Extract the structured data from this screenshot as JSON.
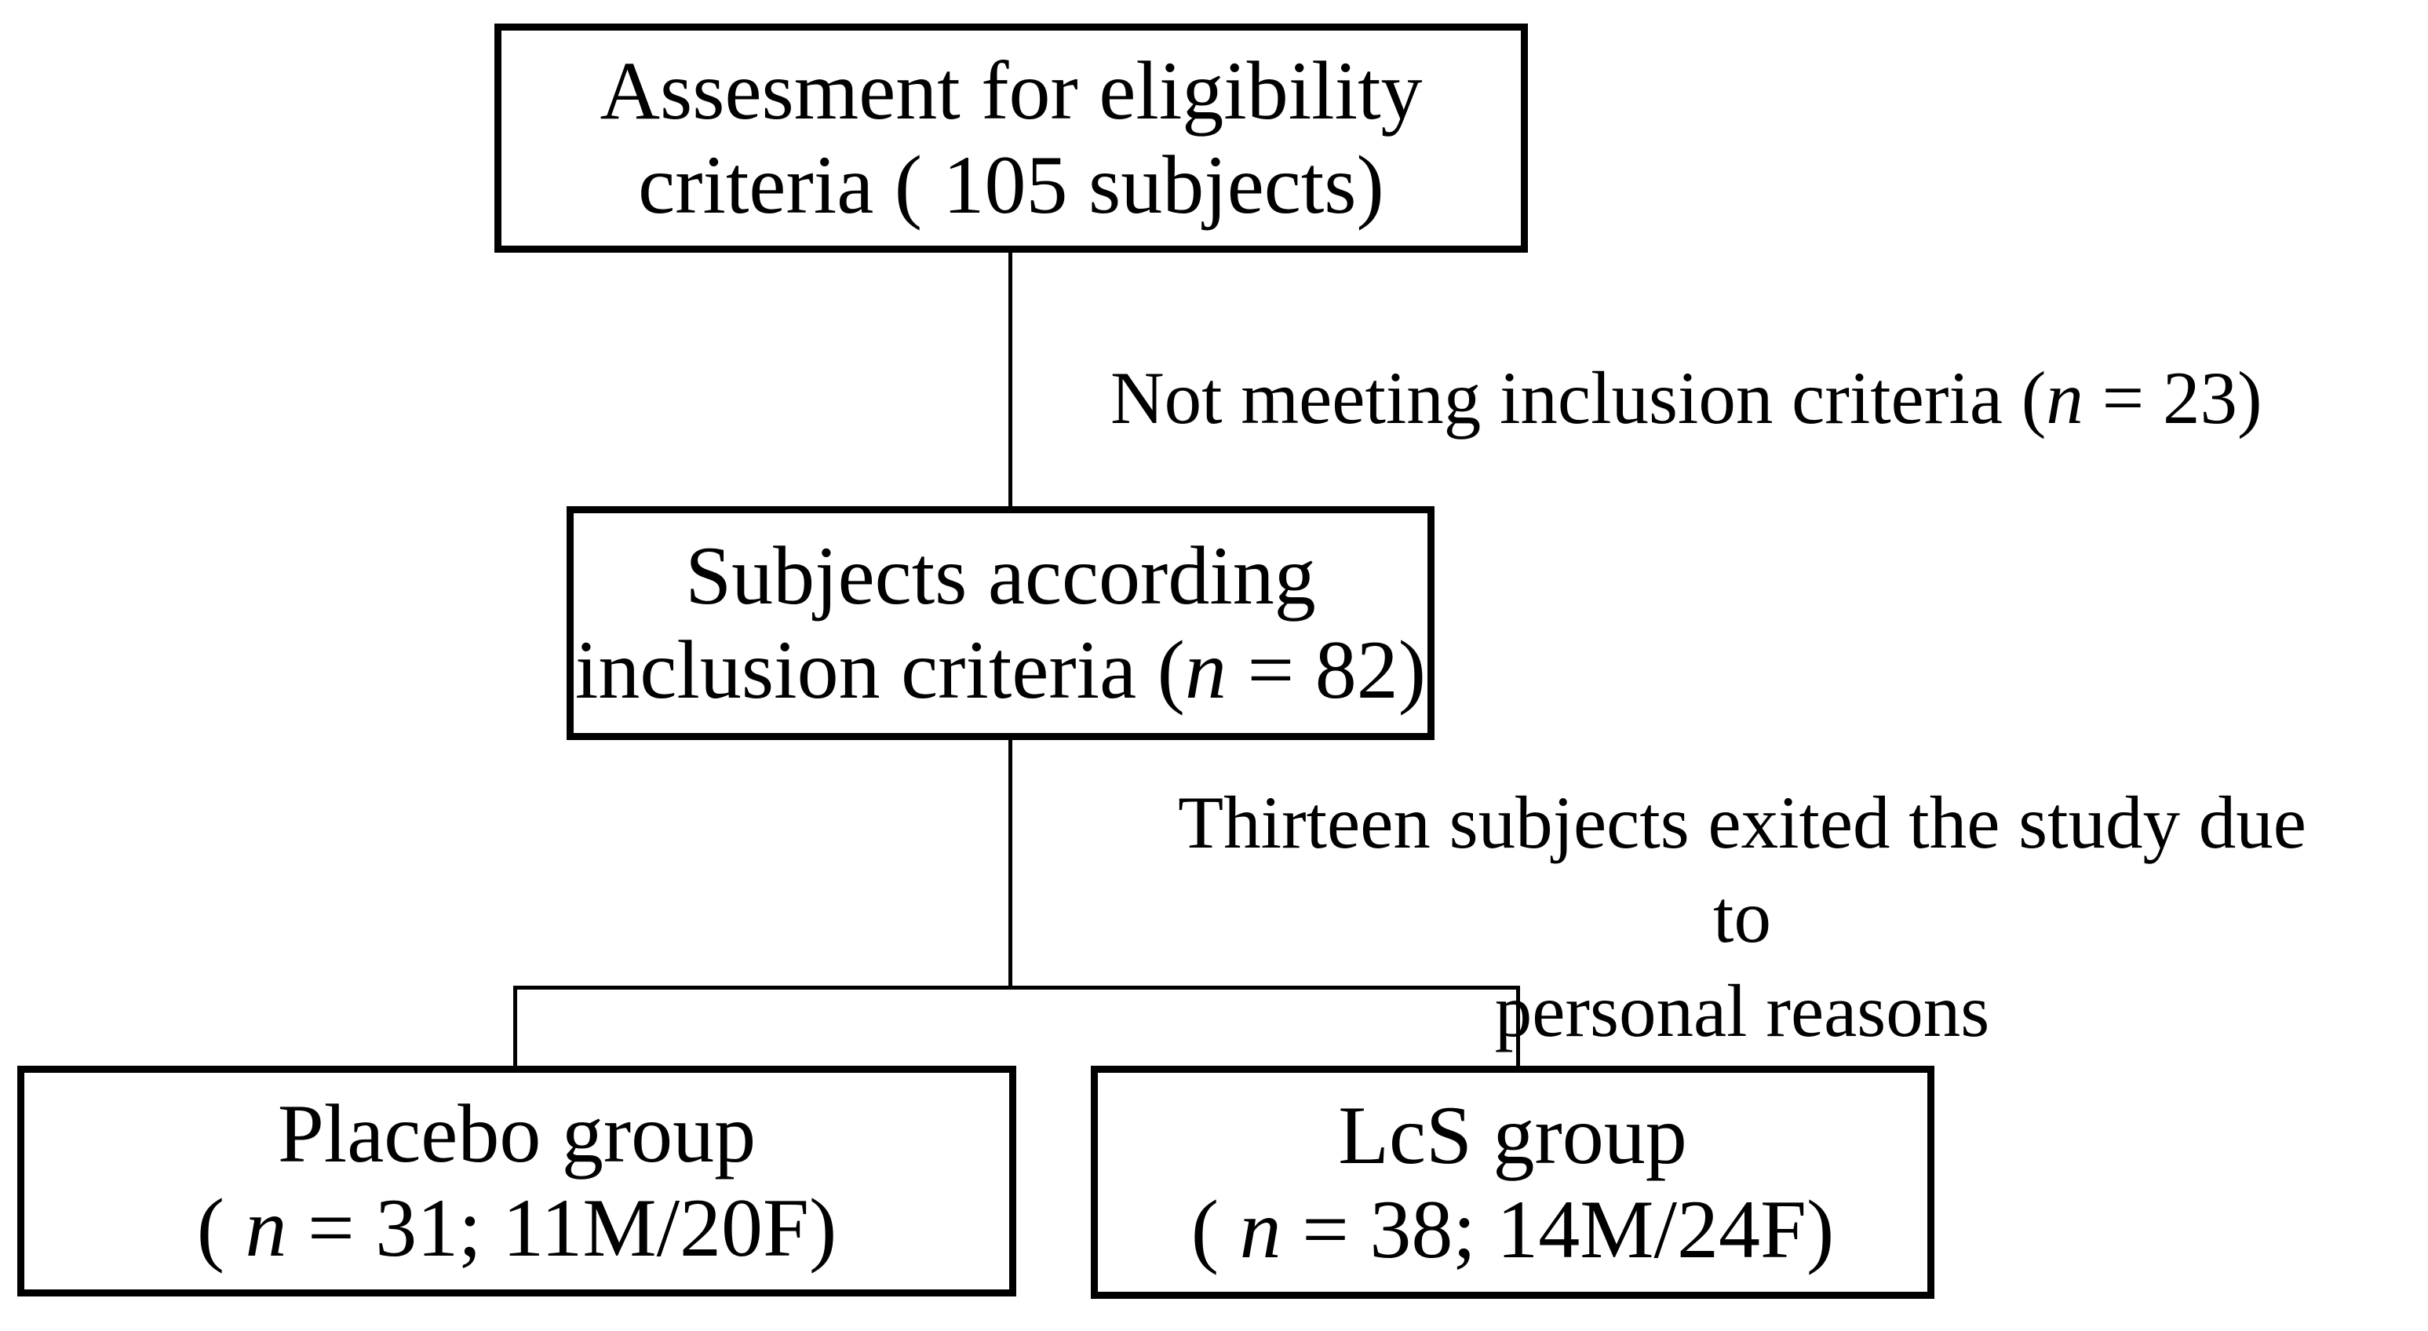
{
  "colors": {
    "ink": "#000000",
    "background": "#ffffff"
  },
  "flowchart": {
    "top_box": {
      "line1": "Assesment for eligibility",
      "line2": "criteria ( 105 subjects)"
    },
    "exclusion_note": {
      "pre": "Not meeting inclusion criteria (",
      "n": "n",
      "post": " = 23)"
    },
    "middle_box": {
      "line1": "Subjects according",
      "line2_pre": "inclusion criteria (",
      "n": "n",
      "line2_post": " = 82)"
    },
    "dropout_note": {
      "line1": "Thirteen subjects exited the study due to",
      "line2": "personal reasons"
    },
    "placebo_box": {
      "line1": "Placebo group",
      "line2_pre": "( ",
      "n": "n",
      "line2_post": " = 31; 11M/20F)"
    },
    "lcs_box": {
      "line1": "LcS group",
      "line2_pre": "( ",
      "n": "n",
      "line2_post": " = 38; 14M/24F)"
    }
  }
}
